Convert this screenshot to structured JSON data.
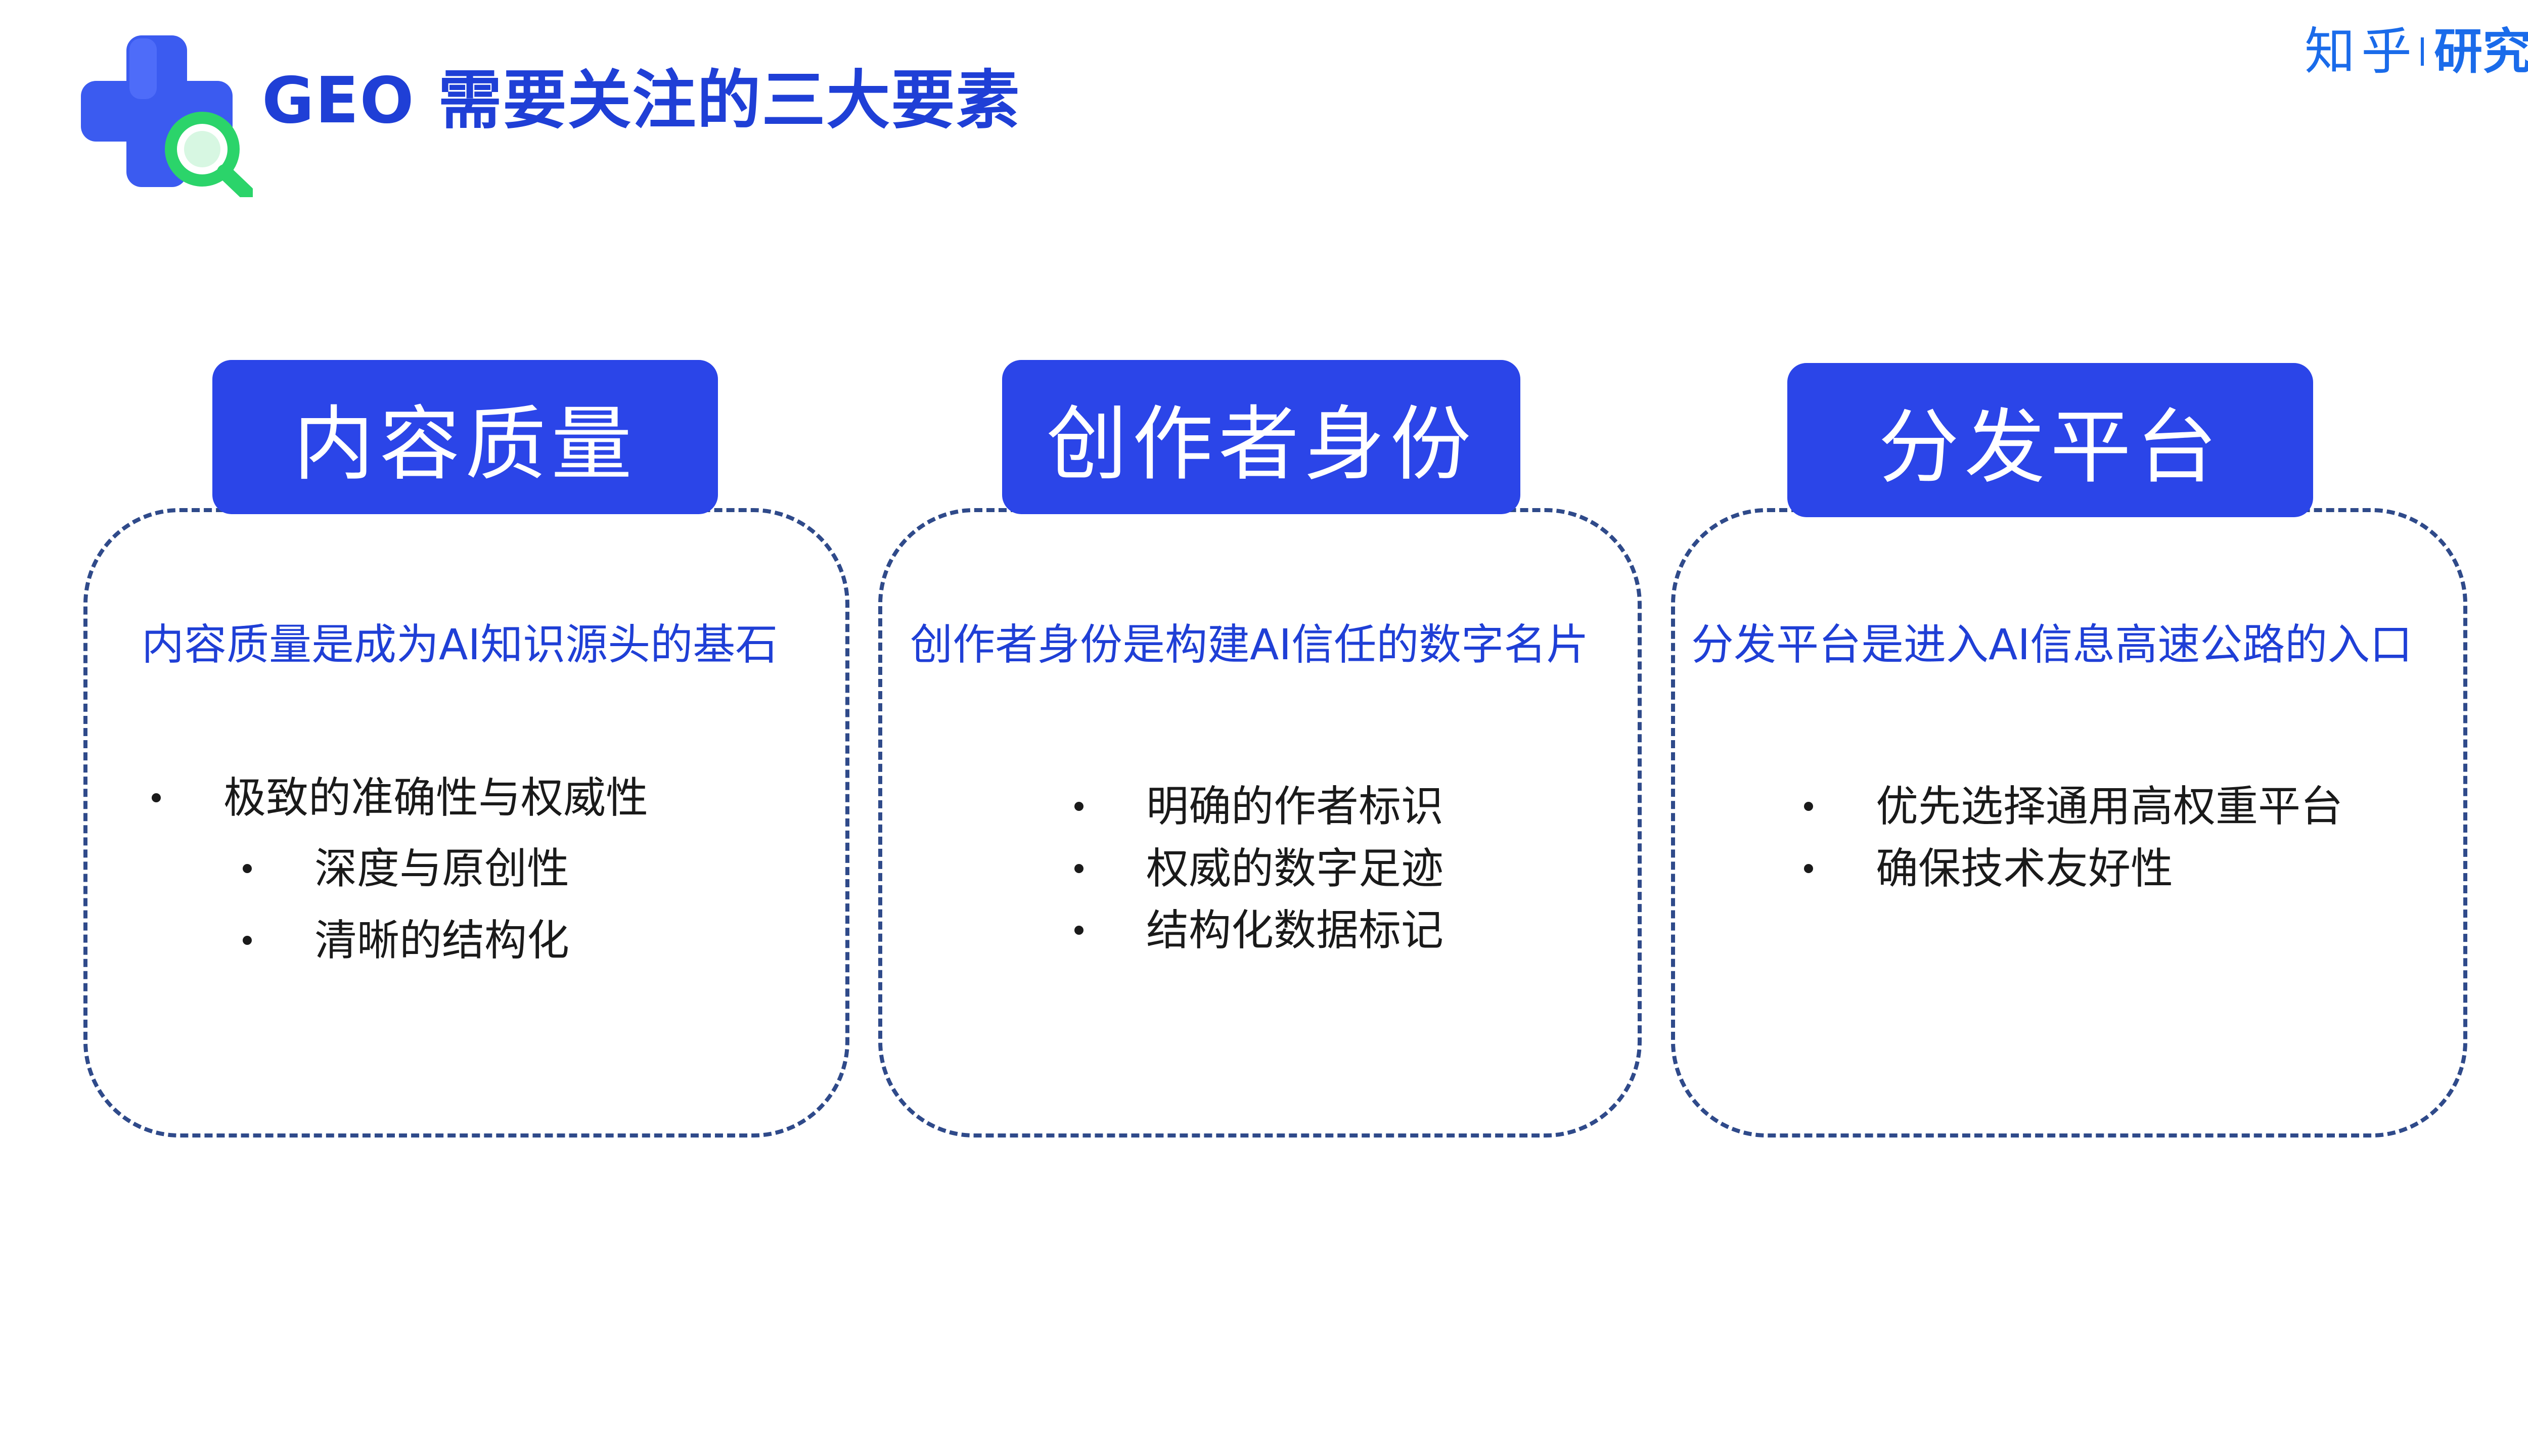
{
  "header": {
    "title": "GEO 需要关注的三大要素",
    "brand": {
      "zhihu": "知乎",
      "institute": "研究院"
    }
  },
  "colors": {
    "accent": "#2b45e8",
    "title": "#1f3fd6",
    "card_border": "#2f4a8a",
    "icon_cross": "#3b5bf0",
    "icon_lens": "#2bd46a"
  },
  "cards": [
    {
      "title": "内容质量",
      "subtitle": "内容质量是成为AI知识源头的基石",
      "bullets": [
        "极致的准确性与权威性",
        "深度与原创性",
        "清晰的结构化"
      ]
    },
    {
      "title": "创作者身份",
      "subtitle": "创作者身份是构建AI信任的数字名片",
      "bullets": [
        "明确的作者标识",
        "权威的数字足迹",
        "结构化数据标记"
      ]
    },
    {
      "title": "分发平台",
      "subtitle": "分发平台是进入AI信息高速公路的入口",
      "bullets": [
        "优先选择通用高权重平台",
        "确保技术友好性"
      ]
    }
  ]
}
